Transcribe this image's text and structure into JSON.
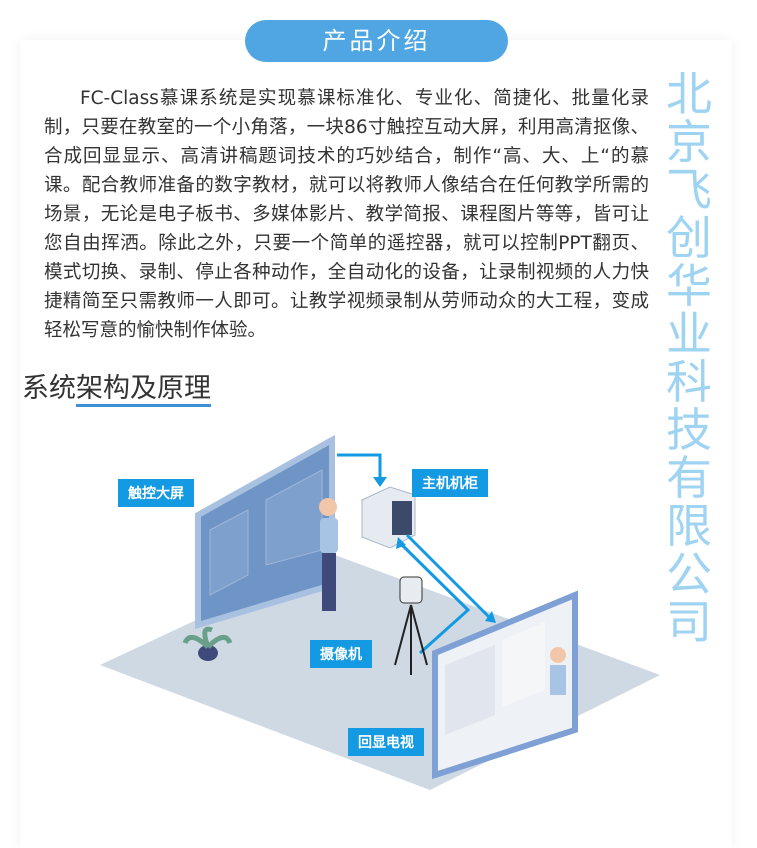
{
  "header": {
    "title": "产品介绍"
  },
  "intro": {
    "paragraph": "FC-Class慕课系统是实现慕课标准化、专业化、简捷化、批量化录制，只要在教室的一个小角落，一块86寸触控互动大屏，利用高清抠像、合成回显显示、高清讲稿题词技术的巧妙结合，制作“高、大、上“的慕课。配合教师准备的数字教材，就可以将教师人像结合在任何教学所需的场景，无论是电子板书、多媒体影片、教学简报、课程图片等等，皆可让您自由挥洒。除此之外，只要一个简单的遥控器，就可以控制PPT翻页、模式切换、录制、停止各种动作，全自动化的设备，让录制视频的人力快捷精简至只需教师一人即可。让教学视频录制从劳师动众的大工程，变成轻松写意的愉快制作体验。"
  },
  "section": {
    "title_plain": "系统",
    "title_underlined": "架构及原理"
  },
  "diagram": {
    "labels": {
      "touch_screen": "触控大屏",
      "host_cabinet": "主机机柜",
      "camera": "摄像机",
      "display_tv": "回显电视"
    }
  },
  "watermark": "北京飞创华业科技有限公司",
  "colors": {
    "accent": "#4fa6e2",
    "label_bg": "#139ae3",
    "watermark": "#9fd3f2"
  }
}
